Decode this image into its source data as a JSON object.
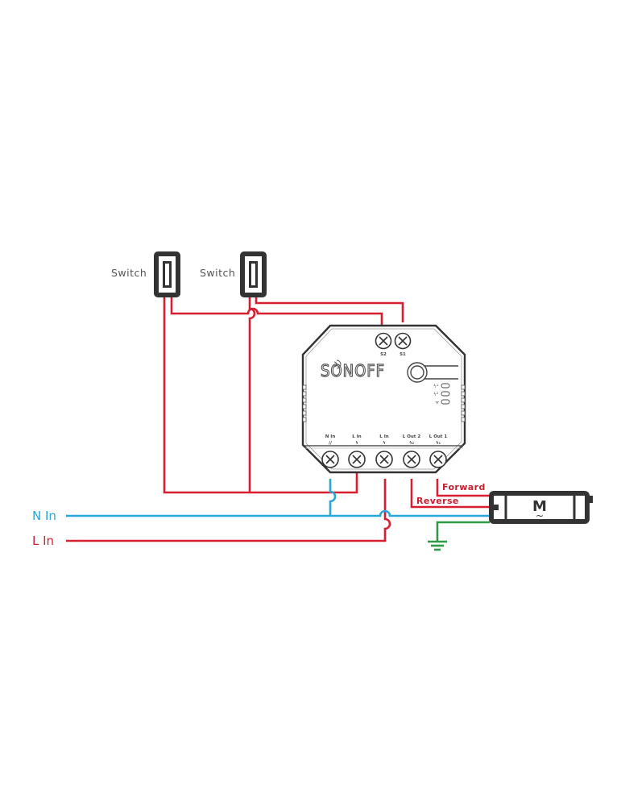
{
  "diagram": {
    "title": "SONOFF dual relay motor wiring diagram",
    "colors": {
      "live": "#d71f30",
      "neutral": "#29a6dc",
      "earth": "#2d9a45",
      "device_outline": "#333333",
      "label_gray": "#555555"
    },
    "switches": [
      {
        "id": "switch-1",
        "label": "Switch"
      },
      {
        "id": "switch-2",
        "label": "Switch"
      }
    ],
    "device": {
      "brand": "SONOFF",
      "top_terminals": [
        {
          "id": "S2",
          "label": "S2"
        },
        {
          "id": "S1",
          "label": "S1"
        }
      ],
      "indicators": [
        {
          "icon": "relay-1-icon",
          "glyph": "ϟ1"
        },
        {
          "icon": "relay-2-icon",
          "glyph": "ϟ2"
        },
        {
          "icon": "wifi-icon",
          "glyph": "ᴛ"
        }
      ],
      "bottom_terminals": [
        {
          "id": "N-In",
          "label": "N In",
          "glyph": "∕∕"
        },
        {
          "id": "L-In-1",
          "label": "L In",
          "glyph": "ϟ"
        },
        {
          "id": "L-In-2",
          "label": "L In",
          "glyph": "ϟ"
        },
        {
          "id": "L-Out-2",
          "label": "L Out 2",
          "glyph": "ϟ₂"
        },
        {
          "id": "L-Out-1",
          "label": "L Out 1",
          "glyph": "ϟ₁"
        }
      ]
    },
    "supply_lines": [
      {
        "id": "neutral",
        "label": "N In"
      },
      {
        "id": "live",
        "label": "L In"
      }
    ],
    "motor_wires": [
      {
        "id": "forward",
        "label": "Forward"
      },
      {
        "id": "reverse",
        "label": "Reverse"
      }
    ],
    "motor": {
      "label": "M",
      "sub": "~"
    }
  }
}
